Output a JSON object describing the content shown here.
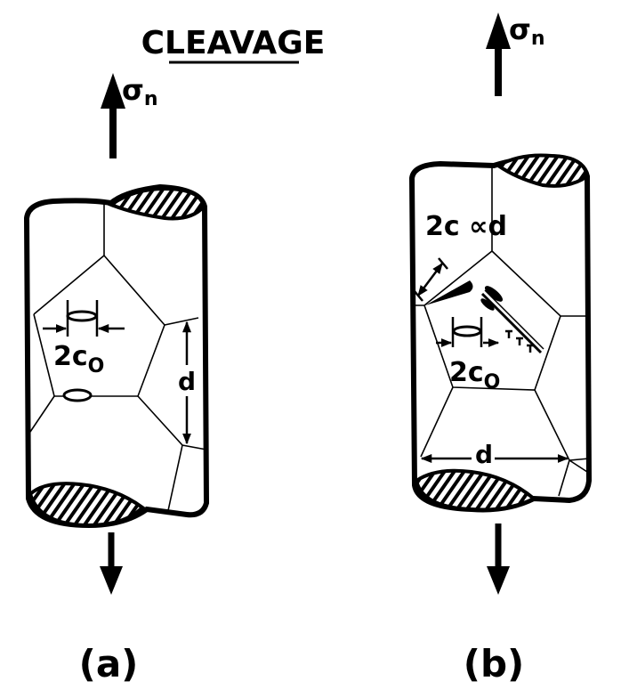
{
  "title": "CLEAVAGE",
  "panels": [
    {
      "label": "(a)",
      "stress": "σ",
      "stress_sub": "n",
      "crack_label": "2c",
      "crack_sub": "O",
      "grain_label": "d"
    },
    {
      "label": "(b)",
      "stress": "σ",
      "stress_sub": "n",
      "crack_label": "2c",
      "crack_sub": "O",
      "grain_label": "d",
      "proportional_label": "2c ∝d"
    }
  ],
  "colors": {
    "ink": "#000000",
    "paper": "#ffffff"
  }
}
